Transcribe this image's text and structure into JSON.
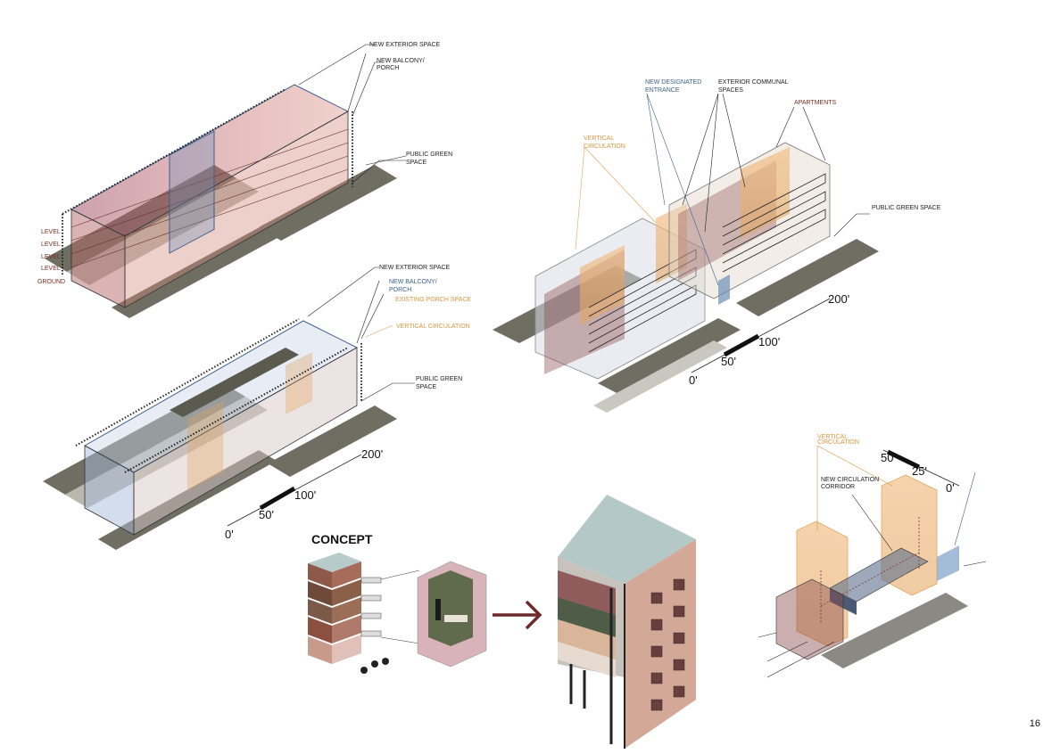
{
  "diagram_1": {
    "labels": {
      "new_exterior_space": "NEW EXTERIOR SPACE",
      "new_balcony": "NEW BALCONY/",
      "porch": "PORCH",
      "public_green": "PUBLIC GREEN",
      "space": "SPACE",
      "level_1": "LEVEL",
      "level_2": "LEVEL",
      "level_3": "LEVEL",
      "level_4": "LEVEL",
      "ground": "GROUND"
    }
  },
  "diagram_2": {
    "labels": {
      "new_exterior_space": "NEW EXTERIOR SPACE",
      "new_balcony": "NEW BALCONY/",
      "porch": "PORCH",
      "existing_porch": "EXISTING PORCH SPACE",
      "vertical_circulation": "VERTICAL CIRCULATION",
      "public_green": "PUBLIC GREEN",
      "space": "SPACE"
    },
    "scale": {
      "s0": "0'",
      "s50": "50'",
      "s100": "100'",
      "s200": "200'"
    }
  },
  "diagram_3": {
    "labels": {
      "new_designated": "NEW DESIGNATED",
      "entrance": "ENTRANCE",
      "exterior_communal": "EXTERIOR COMMUNAL",
      "spaces": "SPACES",
      "apartments": "APARTMENTS",
      "vertical": "VERTICAL",
      "circulation": "CIRCULATION",
      "public_green_space": "PUBLIC GREEN SPACE"
    },
    "scale": {
      "s0": "0'",
      "s50": "50'",
      "s100": "100'",
      "s200": "200'"
    }
  },
  "concept": {
    "title": "CONCEPT"
  },
  "diagram_4": {
    "labels": {
      "vertical": "VERTICAL",
      "circulation": "CIRCULATION",
      "new_circulation": "NEW CIRCULATION",
      "corridor": "CORRIDOR"
    },
    "scale": {
      "s0": "0'",
      "s25": "25'",
      "s50": "50'"
    }
  },
  "page_number": "16",
  "colors": {
    "ground": "#6e6e63",
    "blue_frame": "#3c5f8c",
    "brown": "#6b2e2e",
    "orange": "#e3a35a",
    "arrow": "#6b2a2a"
  }
}
